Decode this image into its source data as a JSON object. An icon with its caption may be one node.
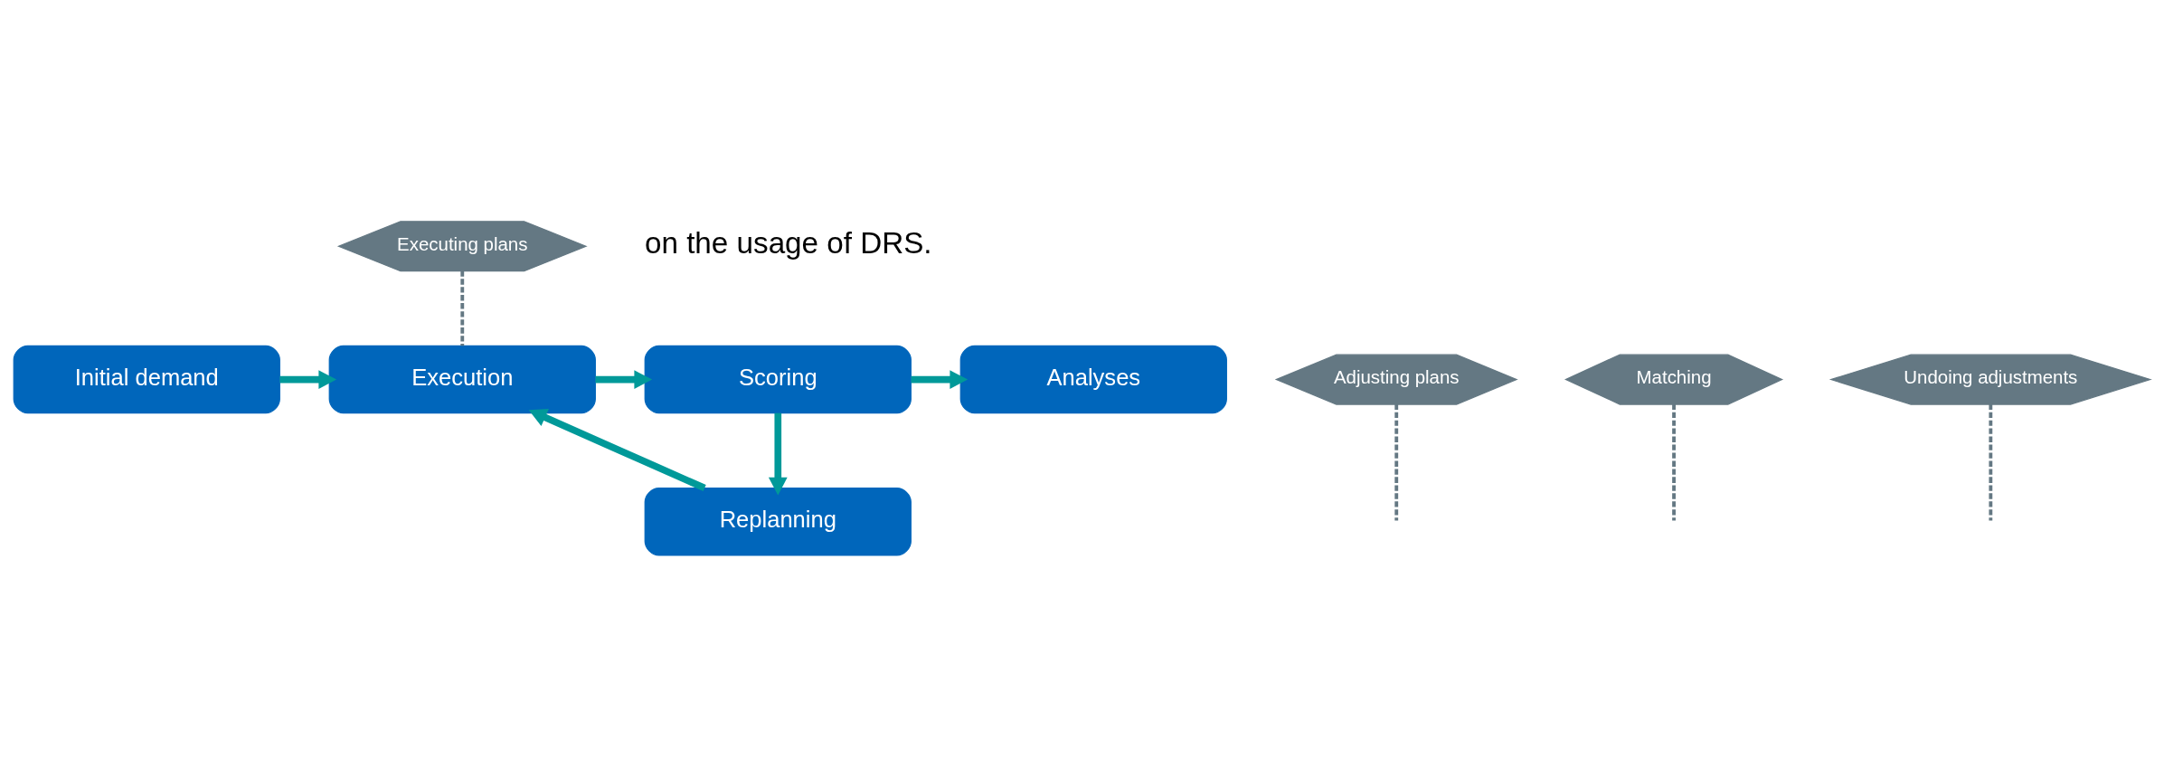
{
  "diagram": {
    "nodes": [
      {
        "text": [
          "Initial demand"
        ]
      },
      {
        "text": [
          "Execution"
        ]
      },
      {
        "text": [
          "Scoring"
        ]
      },
      {
        "text": [
          "Analyses"
        ]
      },
      {
        "text": [
          "Replanning"
        ]
      },
      {
        "text": [
          "Executing plans"
        ]
      },
      {
        "text": [
          "Adjusting plans"
        ]
      },
      {
        "text": [
          "Matching"
        ]
      },
      {
        "text": [
          "Undoing adjustments"
        ]
      }
    ],
    "edges": [
      {
        "from": 0,
        "to": 1,
        "arrow": "to"
      },
      {
        "from": 1,
        "to": 2,
        "arrow": "to"
      },
      {
        "from": 2,
        "to": 3,
        "arrow": "to"
      },
      {
        "from": 2,
        "to": 4,
        "arrow": "to"
      },
      {
        "from": 4,
        "to": 1,
        "arrow": "to"
      },
      {
        "from": 5,
        "to": 1,
        "arrow": "none",
        "style": "dashed",
        "color": "#647883"
      },
      {
        "from": 6,
        "to": null,
        "arrow": "none",
        "style": "dashed",
        "color": "#647883"
      },
      {
        "from": 7,
        "to": null,
        "arrow": "none",
        "style": "dashed",
        "color": "#647883"
      },
      {
        "from": 8,
        "to": null,
        "arrow": "none",
        "style": "dashed",
        "color": "#647883"
      }
    ],
    "labels": [
      "on the usage of DRS."
    ]
  }
}
